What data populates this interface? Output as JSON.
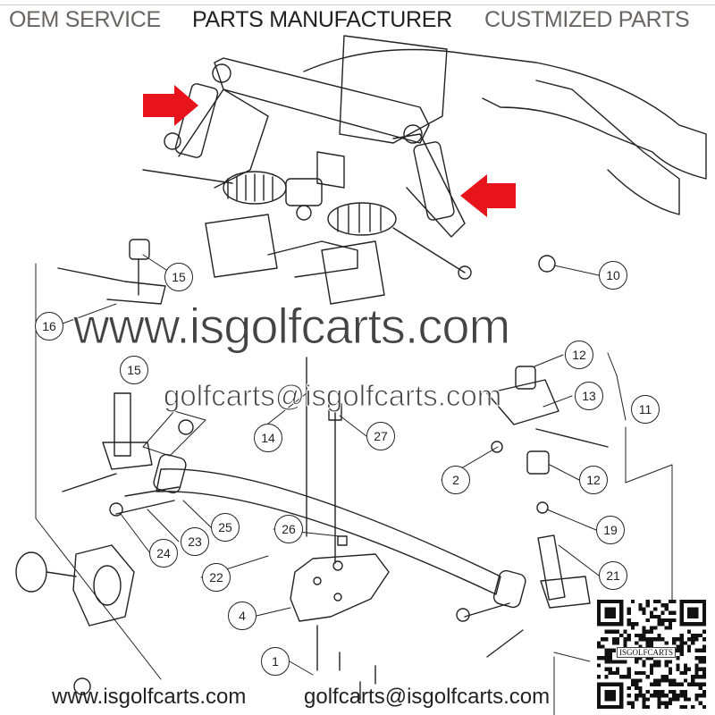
{
  "header": {
    "items": [
      "OEM SERVICE",
      "PARTS MANUFACTURER",
      "CUSTMIZED PARTS"
    ]
  },
  "watermark": {
    "website": "www.isgolfcarts.com",
    "email": "golfcarts@isgolfcarts.com"
  },
  "footer": {
    "website": "www.isgolfcarts.com",
    "email": "golfcarts@isgolfcarts.com"
  },
  "callouts": [
    "10",
    "15",
    "16",
    "15",
    "14",
    "12",
    "13",
    "11",
    "27",
    "2",
    "12",
    "19",
    "21",
    "26",
    "25",
    "23",
    "24",
    "22",
    "4",
    "1"
  ],
  "qr": {
    "label": "ISGOLFCARTS"
  },
  "colors": {
    "arrow": "#e8141b",
    "line": "#222222",
    "header_gray": "#6b6464"
  }
}
